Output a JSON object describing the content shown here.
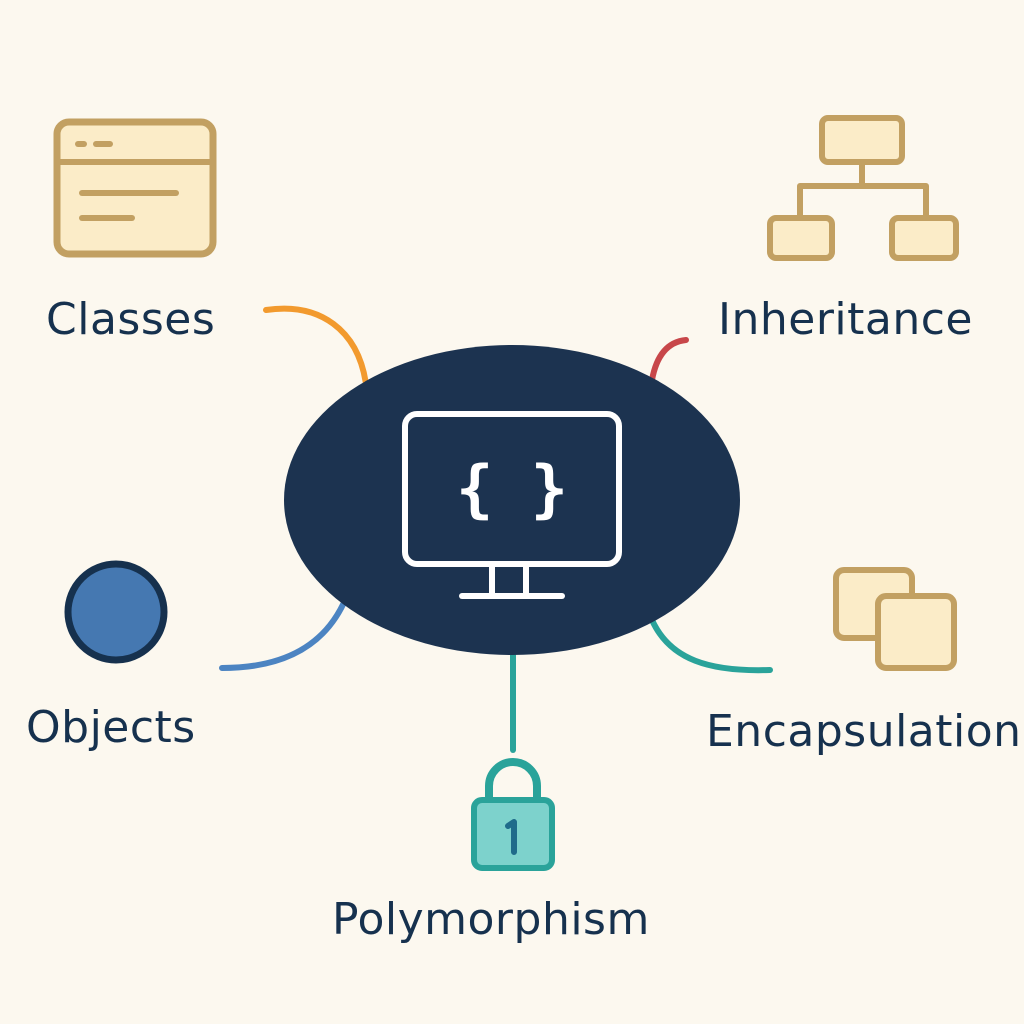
{
  "concepts": {
    "classes": "Classes",
    "inheritance": "Inheritance",
    "objects": "Objects",
    "encapsulation": "Encapsulation",
    "polymorphism": "Polymorphism"
  },
  "center": {
    "glyph": "{ }",
    "icon": "monitor-icon"
  },
  "colors": {
    "background": "#fcf8ef",
    "navy": "#1c3350",
    "text": "#16314e",
    "classes_connector": "#f29a2e",
    "inheritance_connector": "#c8474a",
    "objects_connector": "#4c84c2",
    "teal_connector": "#2aa39a",
    "tan_stroke": "#c2a062",
    "tan_fill": "#fbecc8",
    "blue_circle": "#4578b1",
    "lock_fill": "#7dd2cc",
    "lock_stroke": "#2aa39a"
  },
  "icons": {
    "classes": "window-icon",
    "inheritance": "hierarchy-icon",
    "objects": "circle-icon",
    "encapsulation": "stacked-squares-icon",
    "polymorphism": "padlock-icon"
  }
}
